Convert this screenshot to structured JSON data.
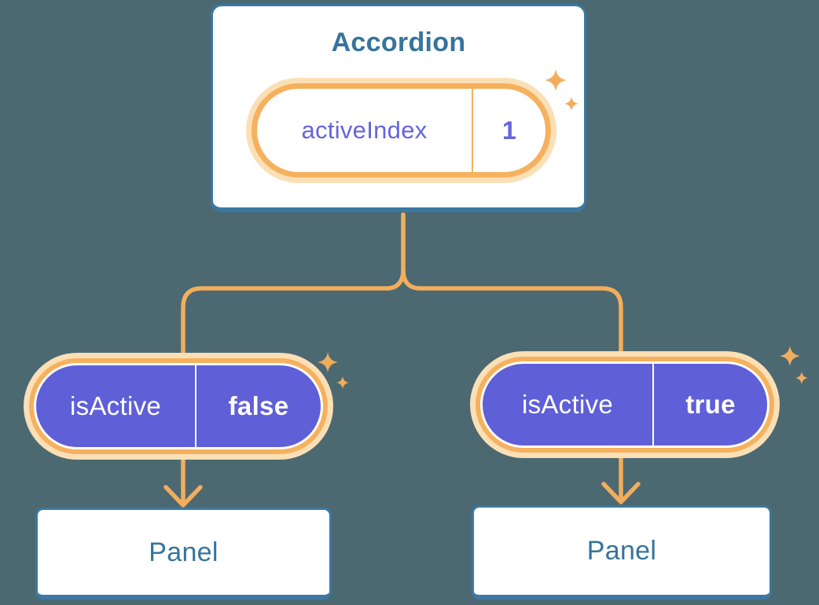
{
  "diagram": {
    "root": {
      "title": "Accordion",
      "state": {
        "label": "activeIndex",
        "value": "1"
      }
    },
    "children": [
      {
        "state": {
          "label": "isActive",
          "value": "false"
        },
        "panel": "Panel"
      },
      {
        "state": {
          "label": "isActive",
          "value": "true"
        },
        "panel": "Panel"
      }
    ]
  },
  "icons": {
    "sparkles": "four-point-star highlight, one large and one small near each state pill"
  },
  "colors": {
    "background": "#4c6972",
    "node_fill": "#ffffff",
    "node_border_blue": "#3b79a2",
    "node_text_blue": "#36749c",
    "state_purple_fill": "#5f5fd8",
    "state_purple_text": "#6565db",
    "highlight_orange": "#f2ae5c",
    "highlight_orange_ring": "#f5b15e",
    "highlight_orange_pale": "#fbdfb6",
    "pill_text_white": "#ffffff"
  }
}
